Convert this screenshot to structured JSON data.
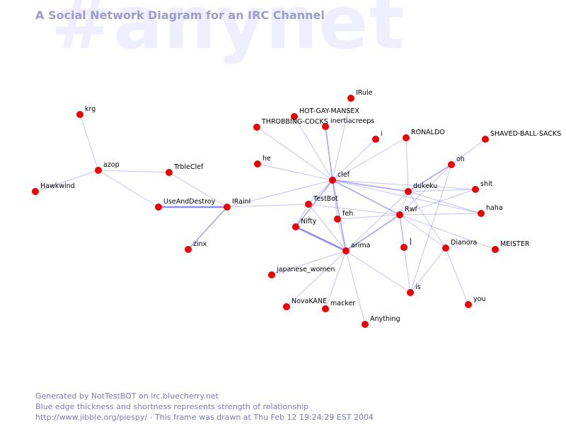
{
  "watermark": "#anynet",
  "title": "A Social Network Diagram for an IRC Channel",
  "footer": {
    "line1": "Generated by NotTestBOT on irc.bluecherry.net",
    "line2": "Blue edge thickness and shortness represents strength of relationship",
    "line3": "http://www.jibble.org/piespy/ - This frame was drawn at Thu Feb 12 19:24:29 EST 2004"
  },
  "colors": {
    "node": "#ee0000",
    "edge": "#7777ee",
    "title": "#9c9ccc",
    "watermark": "#eeeeff",
    "footer": "#7a7ab0"
  },
  "nodes": [
    {
      "id": "krg",
      "label": "krg"
    },
    {
      "id": "azop",
      "label": "azop"
    },
    {
      "id": "Hawkwind",
      "label": "Hawkwind"
    },
    {
      "id": "TrbleClef",
      "label": "TrbleClef"
    },
    {
      "id": "UseAndDestroy",
      "label": "UseAndDestroy"
    },
    {
      "id": "IRainI",
      "label": "IRainI"
    },
    {
      "id": "zinx",
      "label": "zinx"
    },
    {
      "id": "IRule",
      "label": "IRule"
    },
    {
      "id": "HOT-GAY-MANSEX",
      "label": "HOT-GAY-MANSEX"
    },
    {
      "id": "THROBBING-COCKS",
      "label": "THROBBING-COCKS"
    },
    {
      "id": "inertiacreeps",
      "label": "inertiacreeps"
    },
    {
      "id": "i",
      "label": "i"
    },
    {
      "id": "RONALDO",
      "label": "RONALDO"
    },
    {
      "id": "SHAVED-BALL-SACKS",
      "label": "SHAVED-BALL-SACKS"
    },
    {
      "id": "he",
      "label": "he"
    },
    {
      "id": "clef",
      "label": "clef"
    },
    {
      "id": "oh",
      "label": "oh"
    },
    {
      "id": "dukeku",
      "label": "dukeku"
    },
    {
      "id": "shit",
      "label": "shit"
    },
    {
      "id": "TestBot",
      "label": "TestBot"
    },
    {
      "id": "feh",
      "label": "feh"
    },
    {
      "id": "Rwf",
      "label": "Rwf"
    },
    {
      "id": "haha",
      "label": "haha"
    },
    {
      "id": "Nifty",
      "label": "Nifty"
    },
    {
      "id": "]",
      "label": "]"
    },
    {
      "id": "Dianora",
      "label": "Dianora"
    },
    {
      "id": "MEISTER",
      "label": "MEISTER"
    },
    {
      "id": "arima",
      "label": "arima"
    },
    {
      "id": "japanese_women",
      "label": "japanese_women"
    },
    {
      "id": "is",
      "label": "is"
    },
    {
      "id": "you",
      "label": "you"
    },
    {
      "id": "NovaKANE",
      "label": "NovaKANE"
    },
    {
      "id": "macker",
      "label": "macker"
    },
    {
      "id": "Anything",
      "label": "Anything"
    }
  ],
  "edges": [
    {
      "from": "krg",
      "to": "azop",
      "weight": 1
    },
    {
      "from": "Hawkwind",
      "to": "azop",
      "weight": 1
    },
    {
      "from": "azop",
      "to": "TrbleClef",
      "weight": 1
    },
    {
      "from": "azop",
      "to": "UseAndDestroy",
      "weight": 1
    },
    {
      "from": "TrbleClef",
      "to": "IRainI",
      "weight": 1
    },
    {
      "from": "UseAndDestroy",
      "to": "IRainI",
      "weight": 3
    },
    {
      "from": "zinx",
      "to": "IRainI",
      "weight": 2
    },
    {
      "from": "IRainI",
      "to": "clef",
      "weight": 1
    },
    {
      "from": "IRainI",
      "to": "TestBot",
      "weight": 1
    },
    {
      "from": "clef",
      "to": "IRule",
      "weight": 1
    },
    {
      "from": "clef",
      "to": "HOT-GAY-MANSEX",
      "weight": 1
    },
    {
      "from": "clef",
      "to": "THROBBING-COCKS",
      "weight": 1
    },
    {
      "from": "clef",
      "to": "inertiacreeps",
      "weight": 2
    },
    {
      "from": "clef",
      "to": "i",
      "weight": 1
    },
    {
      "from": "clef",
      "to": "RONALDO",
      "weight": 1
    },
    {
      "from": "clef",
      "to": "he",
      "weight": 1
    },
    {
      "from": "clef",
      "to": "dukeku",
      "weight": 2
    },
    {
      "from": "clef",
      "to": "Rwf",
      "weight": 2
    },
    {
      "from": "clef",
      "to": "TestBot",
      "weight": 1
    },
    {
      "from": "clef",
      "to": "feh",
      "weight": 1
    },
    {
      "from": "clef",
      "to": "Nifty",
      "weight": 2
    },
    {
      "from": "clef",
      "to": "arima",
      "weight": 2
    },
    {
      "from": "clef",
      "to": "haha",
      "weight": 1
    },
    {
      "from": "clef",
      "to": "shit",
      "weight": 1
    },
    {
      "from": "RONALDO",
      "to": "dukeku",
      "weight": 1
    },
    {
      "from": "SHAVED-BALL-SACKS",
      "to": "oh",
      "weight": 1
    },
    {
      "from": "oh",
      "to": "dukeku",
      "weight": 2
    },
    {
      "from": "oh",
      "to": "Rwf",
      "weight": 1
    },
    {
      "from": "oh",
      "to": "is",
      "weight": 1
    },
    {
      "from": "dukeku",
      "to": "shit",
      "weight": 1
    },
    {
      "from": "dukeku",
      "to": "haha",
      "weight": 1
    },
    {
      "from": "dukeku",
      "to": "Rwf",
      "weight": 1
    },
    {
      "from": "dukeku",
      "to": "arima",
      "weight": 1
    },
    {
      "from": "dukeku",
      "to": "Dianora",
      "weight": 1
    },
    {
      "from": "Rwf",
      "to": "shit",
      "weight": 1
    },
    {
      "from": "Rwf",
      "to": "haha",
      "weight": 1
    },
    {
      "from": "Rwf",
      "to": "MEISTER",
      "weight": 1
    },
    {
      "from": "Rwf",
      "to": "arima",
      "weight": 2
    },
    {
      "from": "Rwf",
      "to": "]",
      "weight": 1
    },
    {
      "from": "Rwf",
      "to": "is",
      "weight": 1
    },
    {
      "from": "Rwf",
      "to": "Dianora",
      "weight": 1
    },
    {
      "from": "Rwf",
      "to": "TestBot",
      "weight": 1
    },
    {
      "from": "Rwf",
      "to": "feh",
      "weight": 1
    },
    {
      "from": "TestBot",
      "to": "arima",
      "weight": 1
    },
    {
      "from": "TestBot",
      "to": "Nifty",
      "weight": 1
    },
    {
      "from": "feh",
      "to": "arima",
      "weight": 1
    },
    {
      "from": "Nifty",
      "to": "arima",
      "weight": 3
    },
    {
      "from": "Dianora",
      "to": "you",
      "weight": 1
    },
    {
      "from": "Dianora",
      "to": "is",
      "weight": 1
    },
    {
      "from": "arima",
      "to": "japanese_women",
      "weight": 1
    },
    {
      "from": "arima",
      "to": "NovaKANE",
      "weight": 1
    },
    {
      "from": "arima",
      "to": "macker",
      "weight": 1
    },
    {
      "from": "arima",
      "to": "Anything",
      "weight": 1
    },
    {
      "from": "arima",
      "to": "is",
      "weight": 1
    }
  ]
}
